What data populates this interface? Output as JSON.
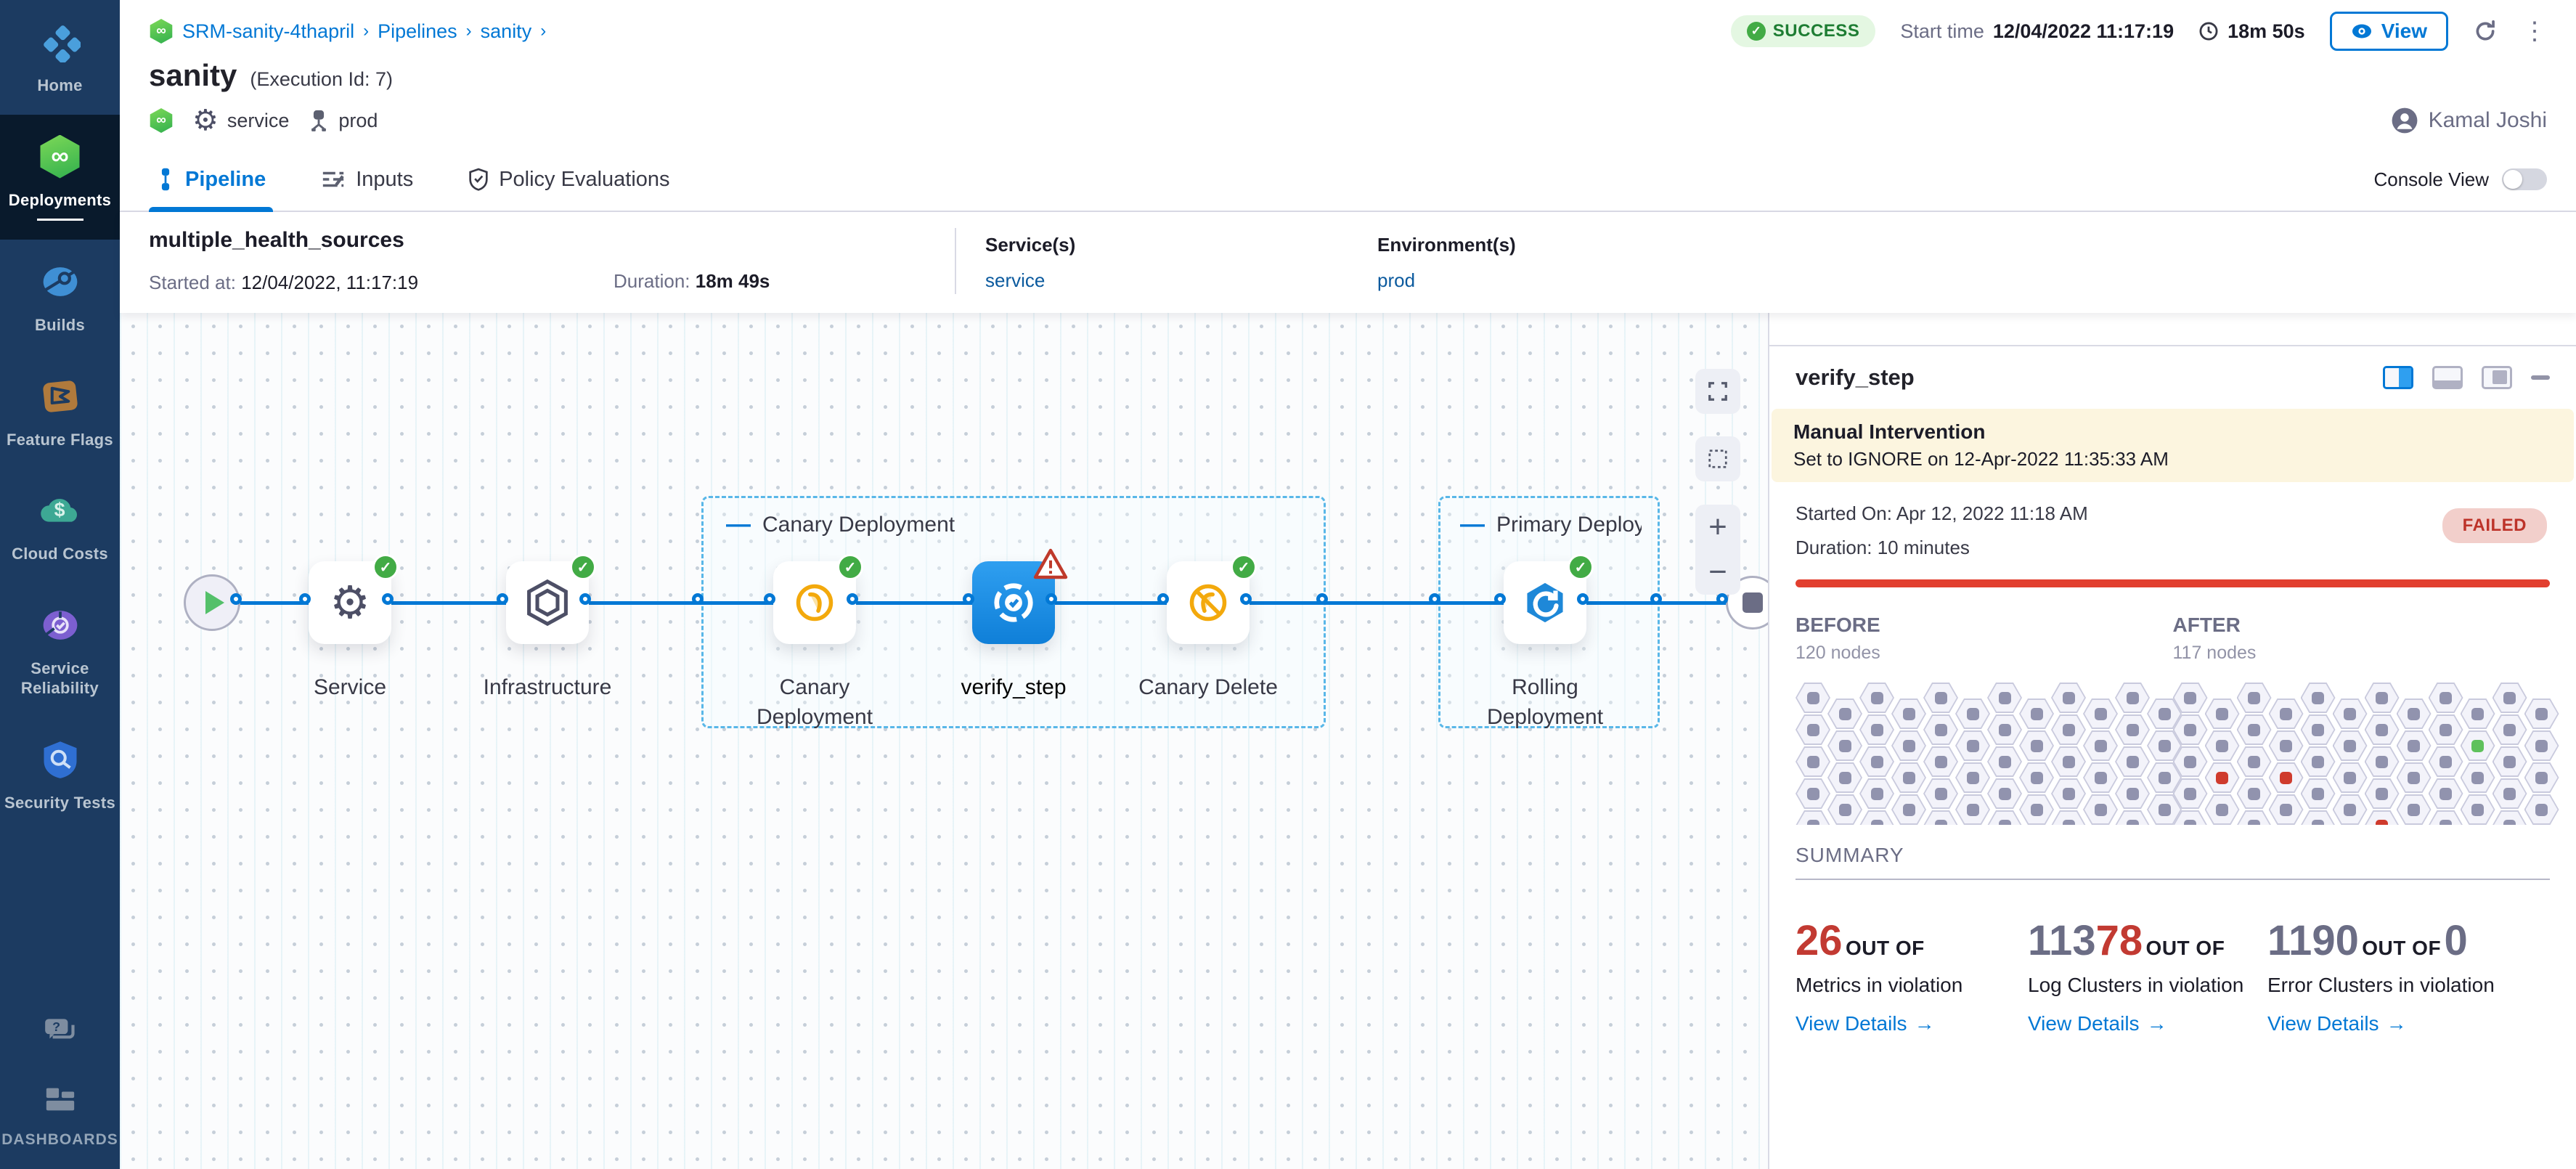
{
  "colors": {
    "accent": "#0278d5",
    "success": "#42ab45",
    "failed": "#e23f2f",
    "sidebar": "#1c3b61",
    "banner": "#fcf5df"
  },
  "sidebar": {
    "items": [
      {
        "label": "Home",
        "icon": "home-icon",
        "active": false
      },
      {
        "label": "Deployments",
        "icon": "deployments-icon",
        "active": true
      },
      {
        "label": "Builds",
        "icon": "builds-icon",
        "active": false
      },
      {
        "label": "Feature Flags",
        "icon": "feature-flags-icon",
        "active": false
      },
      {
        "label": "Cloud Costs",
        "icon": "cloud-costs-icon",
        "active": false
      },
      {
        "label": "Service Reliability",
        "icon": "service-reliability-icon",
        "active": false
      },
      {
        "label": "Security Tests",
        "icon": "security-tests-icon",
        "active": false
      }
    ],
    "dashboards_label": "DASHBOARDS"
  },
  "header": {
    "breadcrumb": {
      "items": [
        "SRM-sanity-4thapril",
        "Pipelines",
        "sanity"
      ],
      "separator": "›"
    },
    "title": "sanity",
    "execution_id": "(Execution Id: 7)",
    "status": "SUCCESS",
    "start_time_label": "Start time",
    "start_time": "12/04/2022 11:17:19",
    "duration": "18m 50s",
    "view_button": "View",
    "tags": {
      "service": "service",
      "environment": "prod"
    },
    "user": "Kamal Joshi"
  },
  "tabs": {
    "pipeline": "Pipeline",
    "inputs": "Inputs",
    "policy": "Policy Evaluations",
    "console_view": "Console View"
  },
  "run_info": {
    "name": "multiple_health_sources",
    "started_label": "Started at:",
    "started": "12/04/2022, 11:17:19",
    "duration_label": "Duration:",
    "duration": "18m 49s",
    "services_label": "Service(s)",
    "service": "service",
    "environments_label": "Environment(s)",
    "environment": "prod"
  },
  "graph": {
    "groups": [
      {
        "label": "Canary Deployment"
      },
      {
        "label": "Primary Deploy..."
      }
    ],
    "nodes": [
      {
        "label": "Service",
        "status": "success"
      },
      {
        "label": "Infrastructure",
        "status": "success"
      },
      {
        "label": "Canary Deployment",
        "status": "success"
      },
      {
        "label": "verify_step",
        "status": "warning"
      },
      {
        "label": "Canary Delete",
        "status": "success"
      },
      {
        "label": "Rolling Deployment",
        "status": "success"
      }
    ]
  },
  "panel": {
    "title": "verify_step",
    "banner": {
      "title": "Manual Intervention",
      "subtitle": "Set to IGNORE on 12-Apr-2022 11:35:33 AM"
    },
    "started": "Started On: Apr 12, 2022 11:18 AM",
    "duration": "Duration: 10 minutes",
    "status": "FAILED",
    "before": {
      "label": "BEFORE",
      "nodes": "120 nodes"
    },
    "after": {
      "label": "AFTER",
      "nodes": "117 nodes"
    },
    "hexgrids": {
      "cols": 12,
      "rows": 5,
      "after_special": [
        {
          "col": 9,
          "row": 1,
          "color": "green"
        },
        {
          "col": 1,
          "row": 2,
          "color": "red"
        },
        {
          "col": 3,
          "row": 2,
          "color": "red"
        },
        {
          "col": 6,
          "row": 4,
          "color": "red"
        }
      ]
    },
    "summary": {
      "label": "SUMMARY",
      "link_arrow": "→",
      "items": [
        {
          "value_gray": "",
          "value_red": "26",
          "out_of": "OUT OF",
          "total": "",
          "label": "Metrics in violation",
          "link": "View Details"
        },
        {
          "value_gray": "113",
          "value_red": "78",
          "out_of": "OUT OF",
          "total": "",
          "label": "Log Clusters in violation",
          "link": "View Details"
        },
        {
          "value_gray": "1190",
          "value_red": "",
          "out_of": "OUT OF",
          "total": "0",
          "label": "Error Clusters in violation",
          "link": "View Details"
        }
      ]
    }
  }
}
